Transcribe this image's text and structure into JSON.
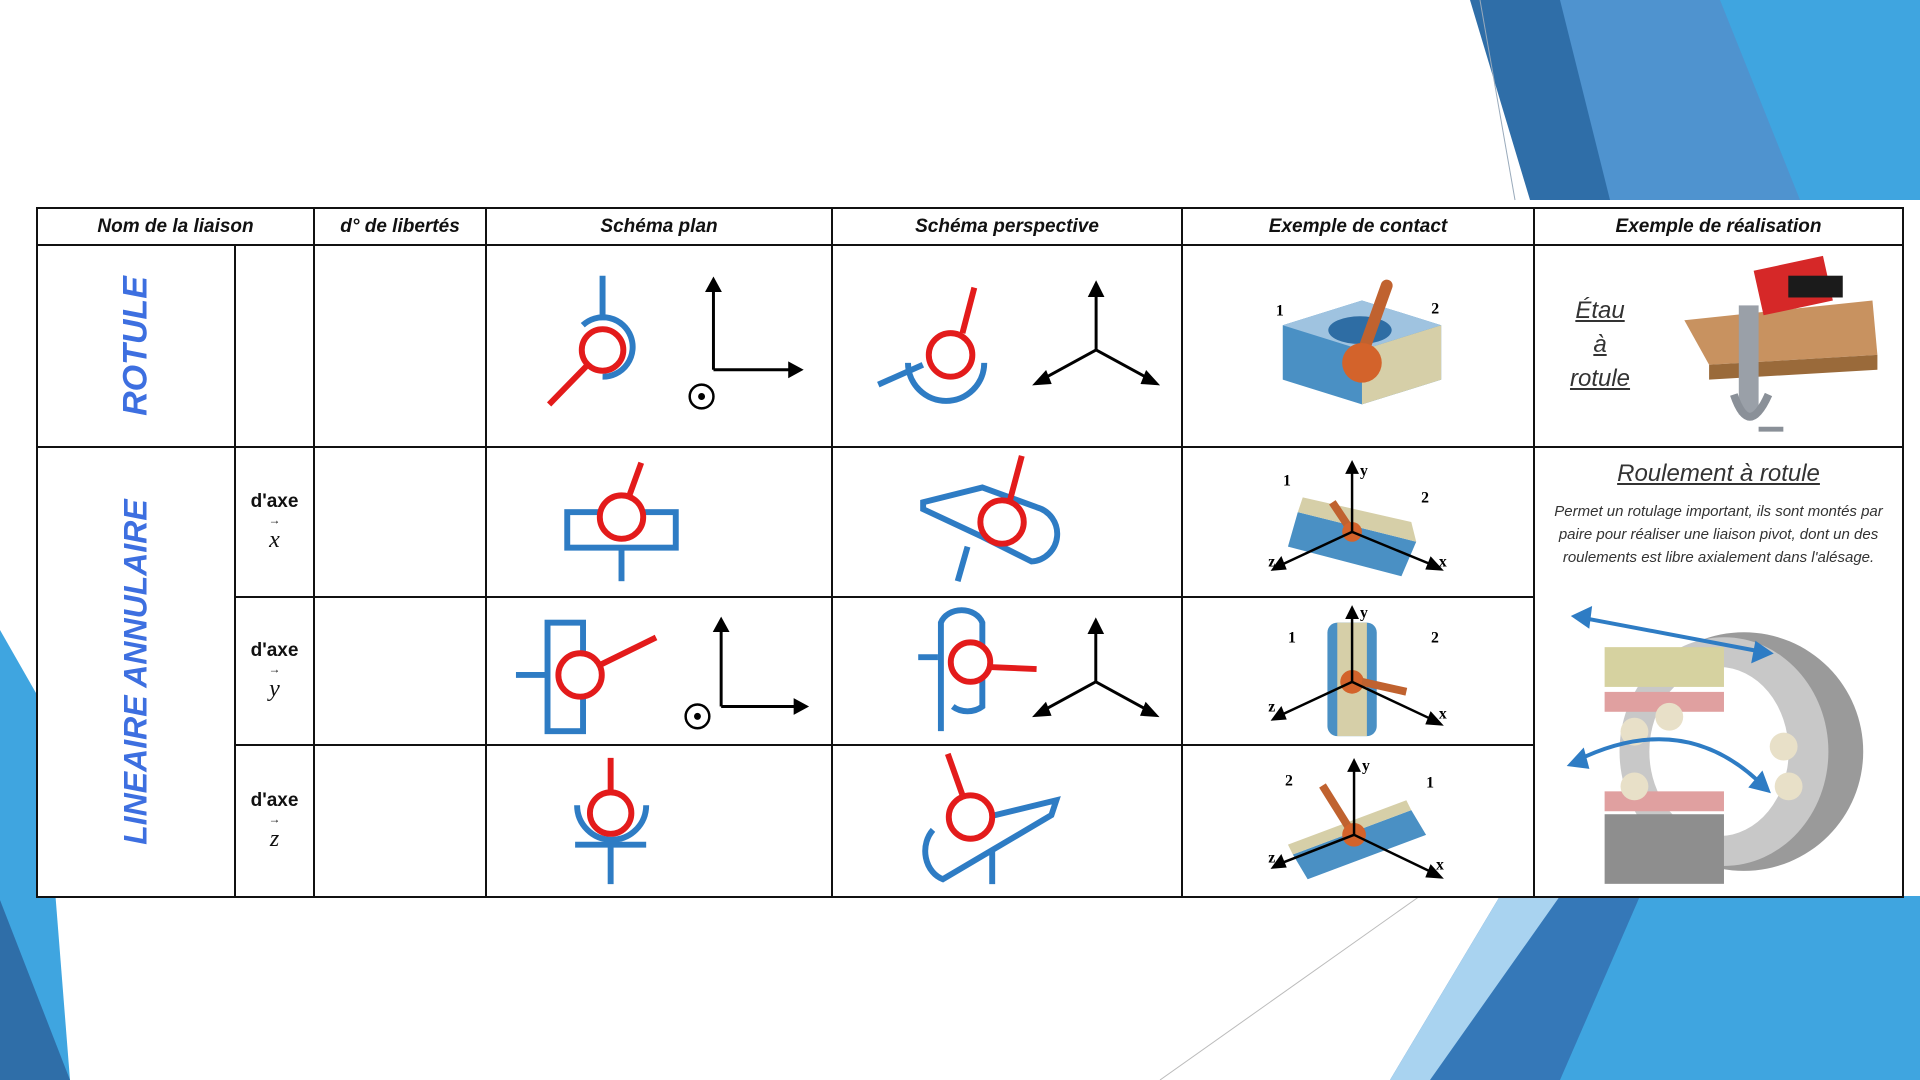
{
  "colors": {
    "blue": "#2e7cc4",
    "red": "#e31b1b",
    "title_blue": "#3d6fe0",
    "bg_blue_dark": "#2f6ea8",
    "bg_blue_light": "#3fa5e0"
  },
  "headers": [
    "Nom de la liaison",
    "d° de libertés",
    "Schéma plan",
    "Schéma perspective",
    "Exemple de contact",
    "Exemple de réalisation"
  ],
  "rows": {
    "rotule": {
      "name": "ROTULE"
    },
    "lineaire": {
      "name": "LINEAIRE ANNULAIRE",
      "axes": [
        {
          "label": "d'axe",
          "vector": "x"
        },
        {
          "label": "d'axe",
          "vector": "y"
        },
        {
          "label": "d'axe",
          "vector": "z"
        }
      ]
    }
  },
  "contact_labels": {
    "one": "1",
    "two": "2",
    "x": "x",
    "y": "y",
    "z": "z"
  },
  "realisation": {
    "etau": [
      "Étau",
      "à",
      "rotule"
    ],
    "roulement_title": "Roulement à rotule",
    "roulement_desc": "Permet un rotulage important, ils sont montés par paire pour réaliser une liaison pivot, dont un des roulements est libre axialement dans l'alésage."
  },
  "icons": [
    "ball-joint-symbol",
    "annular-linear-symbol",
    "axes-icon",
    "ball-contact-image",
    "bearing-image",
    "vise-image"
  ]
}
